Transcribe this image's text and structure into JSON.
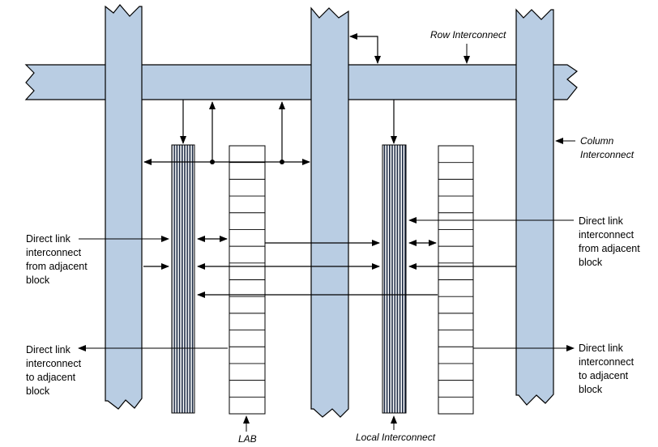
{
  "labels": {
    "row_interconnect": "Row Interconnect",
    "column_interconnect_line1": "Column",
    "column_interconnect_line2": "Interconnect",
    "lab": "LAB",
    "local_interconnect": "Local Interconnect",
    "left_from": [
      "Direct link",
      "interconnect",
      "from adjacent",
      "block"
    ],
    "left_to": [
      "Direct link",
      "interconnect",
      "to adjacent",
      "block"
    ],
    "right_from": [
      "Direct link",
      "interconnect",
      "from adjacent",
      "block"
    ],
    "right_to": [
      "Direct link",
      "interconnect",
      "to adjacent",
      "block"
    ]
  },
  "colors": {
    "interconnect_fill": "#b9cde3",
    "line": "#000000"
  }
}
